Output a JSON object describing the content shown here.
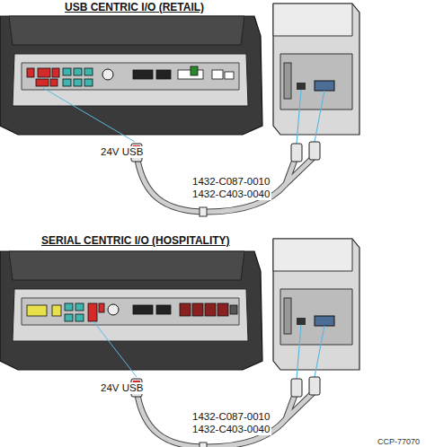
{
  "diagram": {
    "labels": [
      "USB CENTRIC I/O (RETAIL)",
      "24V USB",
      "1432-C087-0010",
      "1432-C403-0040",
      "SERIAL CENTRIC I/O (HOSPITALITY)",
      "24V USB",
      "1432-C087-0010",
      "1432-C403-0040",
      "CCP-77070"
    ]
  }
}
